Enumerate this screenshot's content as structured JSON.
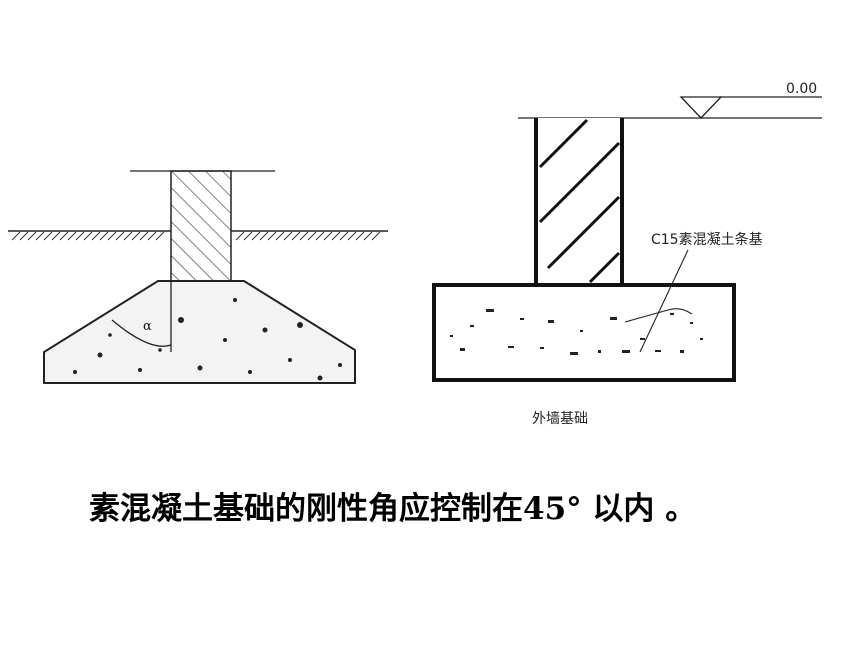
{
  "left_diagram": {
    "angle_label": "α"
  },
  "right_diagram": {
    "elevation_label": "0.00",
    "callout_label": "C15素混凝土条基",
    "title": "外墙基础"
  },
  "caption": "素混凝土基础的刚性角应控制在45° 以内 。"
}
